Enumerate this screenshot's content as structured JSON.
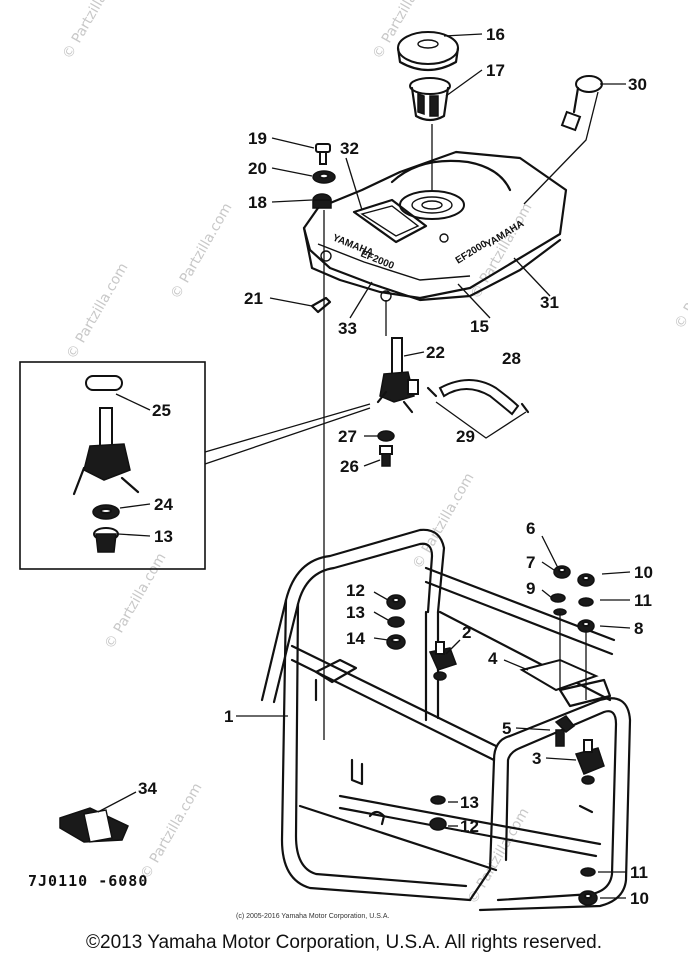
{
  "callouts": [
    {
      "id": "1",
      "label": "1"
    },
    {
      "id": "2",
      "label": "2"
    },
    {
      "id": "3",
      "label": "3"
    },
    {
      "id": "4",
      "label": "4"
    },
    {
      "id": "5",
      "label": "5"
    },
    {
      "id": "6",
      "label": "6"
    },
    {
      "id": "7",
      "label": "7"
    },
    {
      "id": "8",
      "label": "8"
    },
    {
      "id": "9",
      "label": "9"
    },
    {
      "id": "10a",
      "label": "10"
    },
    {
      "id": "10b",
      "label": "10"
    },
    {
      "id": "11a",
      "label": "11"
    },
    {
      "id": "11b",
      "label": "11"
    },
    {
      "id": "12a",
      "label": "12"
    },
    {
      "id": "12b",
      "label": "12"
    },
    {
      "id": "13a",
      "label": "13"
    },
    {
      "id": "13b",
      "label": "13"
    },
    {
      "id": "13c",
      "label": "13"
    },
    {
      "id": "14",
      "label": "14"
    },
    {
      "id": "15",
      "label": "15"
    },
    {
      "id": "16",
      "label": "16"
    },
    {
      "id": "17",
      "label": "17"
    },
    {
      "id": "18",
      "label": "18"
    },
    {
      "id": "19",
      "label": "19"
    },
    {
      "id": "20",
      "label": "20"
    },
    {
      "id": "21",
      "label": "21"
    },
    {
      "id": "22",
      "label": "22"
    },
    {
      "id": "24",
      "label": "24"
    },
    {
      "id": "25",
      "label": "25"
    },
    {
      "id": "26",
      "label": "26"
    },
    {
      "id": "27",
      "label": "27"
    },
    {
      "id": "28",
      "label": "28"
    },
    {
      "id": "29",
      "label": "29"
    },
    {
      "id": "30",
      "label": "30"
    },
    {
      "id": "31",
      "label": "31"
    },
    {
      "id": "32",
      "label": "32"
    },
    {
      "id": "33",
      "label": "33"
    },
    {
      "id": "34",
      "label": "34"
    }
  ],
  "tank_labels": {
    "brand_left": "YAMAHA",
    "brand_right": "YAMAHA",
    "model_left": "EF2000",
    "model_right": "EF2000"
  },
  "part_number": "7J0110 -6080",
  "image_copyright": "(c) 2005-2016 Yamaha Motor Corporation, U.S.A.",
  "watermark": "© Partzilla.com",
  "footer": "©2013 Yamaha Motor Corporation, U.S.A. All rights reserved."
}
